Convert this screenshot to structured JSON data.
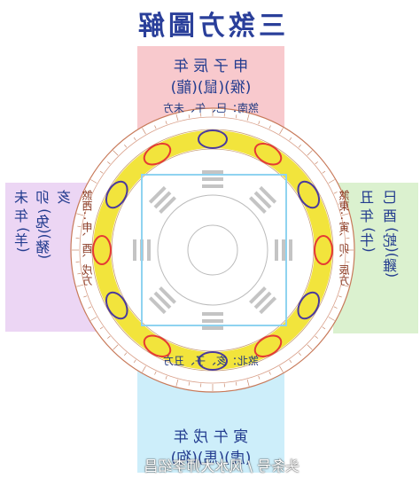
{
  "title": "三煞方圖解",
  "panels": {
    "top": {
      "line1": "申 子 辰 年",
      "line2": "(猴)(鼠)(龍)",
      "note": "煞南：巳、午、未方"
    },
    "bottom": {
      "line1": "寅 午 戌 年",
      "line2": "(虎)(馬)(狗)",
      "note": "煞北：亥、子、丑方"
    },
    "left": {
      "col1": "亥",
      "col2": "卯 (兔)(豬)",
      "col3": "未 年 (羊)",
      "note": "煞西：申、酉、戌方"
    },
    "right": {
      "col1": "巳 酉 (蛇)(雞)",
      "col2": "丑 年 (牛)",
      "note": "煞東：寅、卯、辰方"
    }
  },
  "watermark": "头条号 / 风水大师李绍昌",
  "colors": {
    "title": "#2a3f9a",
    "ring_band": "#f2e43c",
    "ellipse": "#4a3a9e",
    "ellipse_hl": "#e53a34"
  }
}
